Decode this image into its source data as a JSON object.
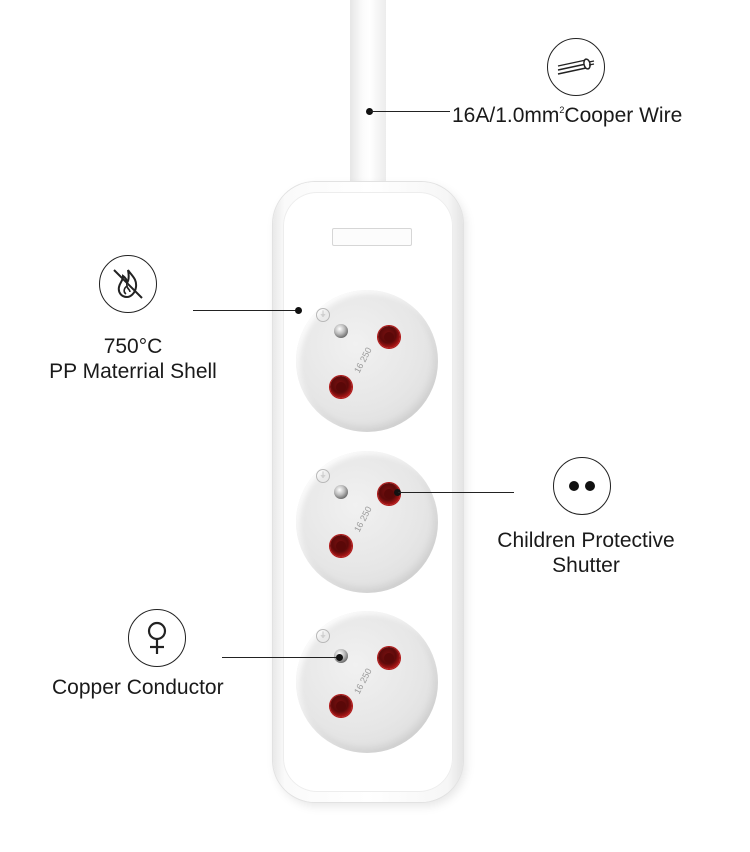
{
  "callouts": {
    "wire": {
      "label_main": "16A/1.0mm",
      "label_sup": "2",
      "label_rest": "Cooper Wire",
      "icon": "wire-icon"
    },
    "shell": {
      "line1": "750°C",
      "line2": "PP Materrial Shell",
      "icon": "no-fire-icon"
    },
    "shutter": {
      "line1": "Children Protective",
      "line2": "Shutter",
      "icon": "two-dots-icon"
    },
    "conductor": {
      "label": "Copper Conductor",
      "icon": "copper-symbol-icon"
    }
  },
  "socket_marks": {
    "rating_top": "16",
    "rating_bottom": "250"
  },
  "colors": {
    "pin_red": "#b01515",
    "line": "#222222"
  }
}
